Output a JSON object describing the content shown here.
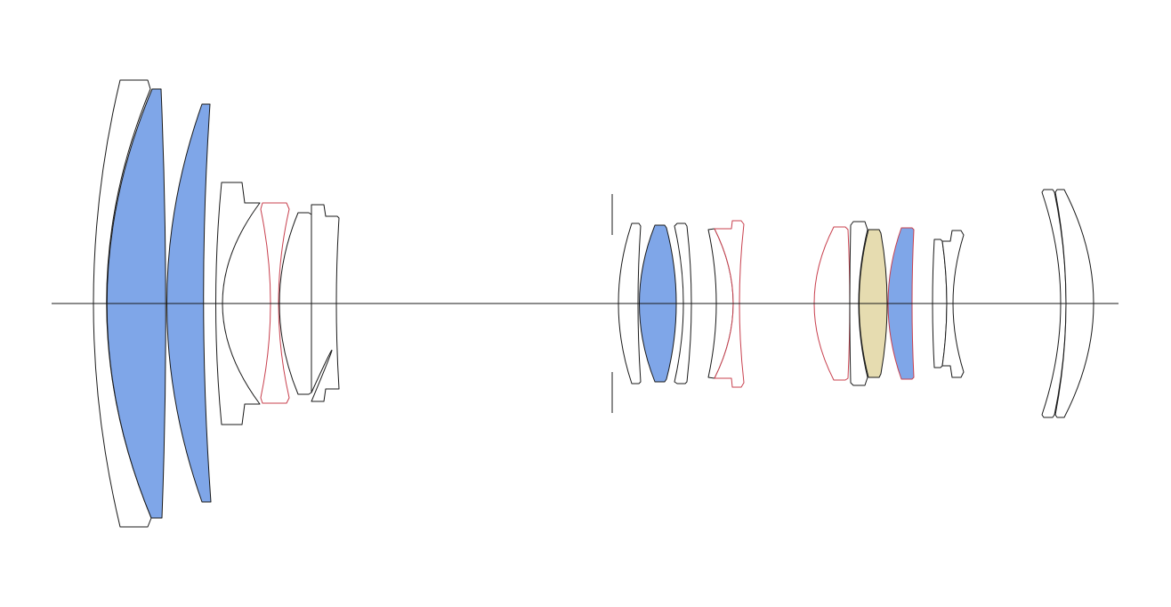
{
  "diagram": {
    "type": "lens-element-cross-section",
    "colors": {
      "outline": "#1a1a1a",
      "glass_plain": "#ffffff",
      "glass_blue": "#7fa6e8",
      "glass_yellow": "#e6dcb0",
      "aspheric_outline": "#c8404e",
      "axis": "#1a1a1a"
    },
    "elements": [
      {
        "group": "front",
        "fill": "glass_plain",
        "stroke": "outline"
      },
      {
        "group": "front",
        "fill": "glass_blue",
        "stroke": "outline"
      },
      {
        "group": "front",
        "fill": "glass_blue",
        "stroke": "outline"
      },
      {
        "group": "front",
        "fill": "glass_plain",
        "stroke": "outline"
      },
      {
        "group": "front",
        "fill": "glass_plain",
        "stroke": "aspheric_outline"
      },
      {
        "group": "front",
        "fill": "glass_plain",
        "stroke": "outline"
      },
      {
        "group": "front",
        "fill": "glass_plain",
        "stroke": "outline"
      },
      {
        "group": "middle",
        "fill": "glass_plain",
        "stroke": "outline"
      },
      {
        "group": "middle",
        "fill": "glass_blue",
        "stroke": "outline"
      },
      {
        "group": "middle",
        "fill": "glass_plain",
        "stroke": "outline"
      },
      {
        "group": "middle",
        "fill": "glass_plain",
        "stroke": "outline"
      },
      {
        "group": "middle",
        "fill": "glass_plain",
        "stroke": "aspheric_outline"
      },
      {
        "group": "rear",
        "fill": "glass_plain",
        "stroke": "aspheric_outline"
      },
      {
        "group": "rear",
        "fill": "glass_plain",
        "stroke": "outline"
      },
      {
        "group": "rear",
        "fill": "glass_yellow",
        "stroke": "outline"
      },
      {
        "group": "rear",
        "fill": "glass_blue",
        "stroke": "aspheric_outline"
      },
      {
        "group": "rear",
        "fill": "glass_plain",
        "stroke": "outline"
      },
      {
        "group": "rear",
        "fill": "glass_plain",
        "stroke": "outline"
      },
      {
        "group": "rear",
        "fill": "glass_plain",
        "stroke": "outline"
      },
      {
        "group": "rear",
        "fill": "glass_plain",
        "stroke": "outline"
      }
    ],
    "aperture_stop": true,
    "optical_axis": true
  }
}
